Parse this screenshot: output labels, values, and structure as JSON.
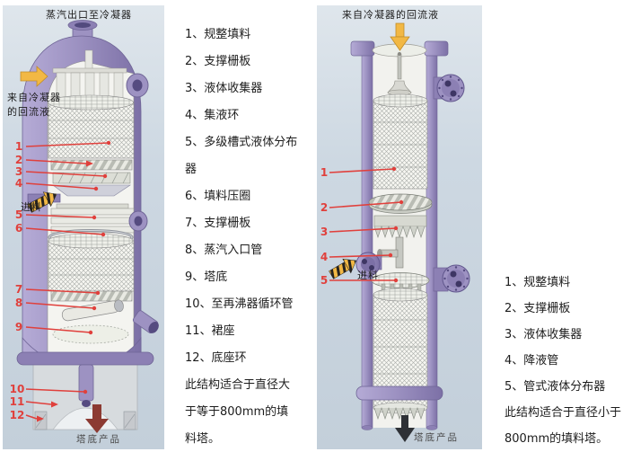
{
  "left_panel": {
    "top_label": "蒸汽出口至冷凝器",
    "reflux_line1": "来自冷凝器",
    "reflux_line2": "的回流液",
    "feed_label": "进料",
    "bottom_arrow_label": "塔底产品",
    "callouts": [
      "1",
      "2",
      "3",
      "4",
      "5",
      "6",
      "7",
      "8",
      "9",
      "10",
      "11",
      "12"
    ]
  },
  "left_legend": {
    "items": [
      "1、规整填料",
      "2、支撑栅板",
      "3、液体收集器",
      "4、集液环",
      "5、多级槽式液体分布器",
      "6、填料压圈",
      "7、支撑栅板",
      "8、蒸汽入口管",
      "9、塔底",
      "10、至再沸器循环管",
      "11、裙座",
      "12、底座环"
    ],
    "note": "此结构适合于直径大于等于800mm的填料塔。"
  },
  "right_panel": {
    "top_label": "来自冷凝器的回流液",
    "feed_label": "进料",
    "bottom_arrow_label": "塔底产品",
    "callouts": [
      "1",
      "2",
      "3",
      "4",
      "5"
    ]
  },
  "right_legend": {
    "items": [
      "1、规整填料",
      "2、支撑栅板",
      "3、液体收集器",
      "4、降液管",
      "5、管式液体分布器"
    ],
    "note": "此结构适合于直径小于800mm的填料塔。"
  },
  "colors": {
    "panel_bg": "#cdd8e2",
    "vessel_purple": "#9d92c2",
    "vessel_purple_dark": "#6f6596",
    "callout_red": "#e0403c",
    "arrow_yellow": "#f2b844",
    "bottom_arrow_left": "#8c3a32",
    "bottom_arrow_right": "#2e3136",
    "text_black": "#1c1c1c"
  }
}
